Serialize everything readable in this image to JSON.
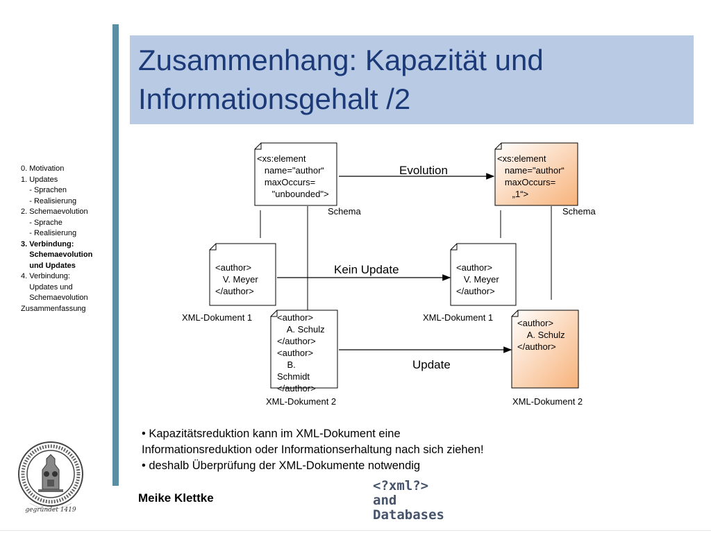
{
  "slide": {
    "title": "Zusammenhang:  Kapazität und\nInformationsgehalt /2"
  },
  "nav": {
    "items": [
      {
        "label": "0. Motivation",
        "active": false
      },
      {
        "label": "1. Updates",
        "active": false
      },
      {
        "label": "    - Sprachen",
        "active": false
      },
      {
        "label": "    - Realisierung",
        "active": false
      },
      {
        "label": "2. Schemaevolution",
        "active": false
      },
      {
        "label": "    - Sprache",
        "active": false
      },
      {
        "label": "    - Realisierung",
        "active": false
      },
      {
        "label": "3. Verbindung:",
        "active": true
      },
      {
        "label": "    Schemaevolution",
        "active": true
      },
      {
        "label": "    und Updates",
        "active": true
      },
      {
        "label": "4. Verbindung:",
        "active": false
      },
      {
        "label": "    Updates und",
        "active": false
      },
      {
        "label": "    Schemaevolution",
        "active": false
      },
      {
        "label": "Zusammenfassung",
        "active": false
      }
    ]
  },
  "diagram": {
    "schema_old": {
      "code": "<xs:element\n   name=\"author“\n   maxOccurs=\n      \"unbounded\">",
      "label": "Schema"
    },
    "schema_new": {
      "code": "<xs:element\n   name=\"author“\n   maxOccurs=\n      „1“>",
      "label": "Schema"
    },
    "doc1_old": {
      "code": "<author>\n   V. Meyer\n</author>",
      "label": "XML-Dokument 1"
    },
    "doc1_new": {
      "code": "<author>\n   V. Meyer\n</author>",
      "label": "XML-Dokument 1"
    },
    "doc2_old": {
      "code": "<author>\n    A. Schulz\n</author>\n<author>\n    B.\nSchmidt\n</author>",
      "label": "XML-Dokument 2"
    },
    "doc2_new": {
      "code": "<author>\n    A. Schulz\n</author>",
      "label": "XML-Dokument 2"
    },
    "arrows": {
      "evolution": "Evolution",
      "kein_update": "Kein Update",
      "update": "Update"
    },
    "colors": {
      "highlight_from": "#ffffff",
      "highlight_to": "#f7b27a",
      "title_bg": "#b8cae4",
      "title_text": "#1c3a78",
      "accent_bar": "#5a8fa3"
    }
  },
  "bullets": [
    "• Kapazitätsreduktion kann im XML-Dokument eine",
    "Informationsreduktion oder Informationserhaltung nach sich ziehen!",
    "• deshalb Überprüfung der XML-Dokumente notwendig"
  ],
  "footer": {
    "author": "Meike Klettke",
    "logo_lines": [
      "<?xml?>",
      "and",
      "Databases"
    ],
    "seal_text": "gegründet 1419",
    "seal_icon": "university-seal-icon"
  }
}
